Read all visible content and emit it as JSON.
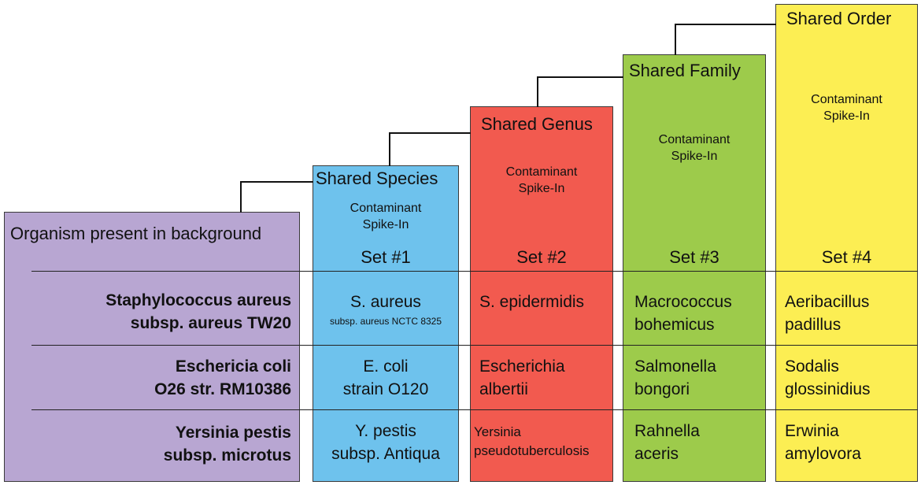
{
  "background_header": "Organism present in background",
  "sets": [
    {
      "category": "Shared Species",
      "spike": [
        "Contaminant",
        "Spike-In"
      ],
      "label": "Set #1",
      "color": "#6ec2ed"
    },
    {
      "category": "Shared Genus",
      "spike": [
        "Contaminant",
        "Spike-In"
      ],
      "label": "Set #2",
      "color": "#f25a4f"
    },
    {
      "category": "Shared Family",
      "spike": [
        "Contaminant",
        "Spike-In"
      ],
      "label": "Set #3",
      "color": "#9dcb4b"
    },
    {
      "category": "Shared Order",
      "spike": [
        "Contaminant",
        "Spike-In"
      ],
      "label": "Set #4",
      "color": "#fcee53"
    }
  ],
  "background_color": "#b8a6d2",
  "rows": [
    {
      "organism": [
        "Staphylococcus aureus",
        "subsp. aureus TW20"
      ],
      "set1": [
        "S. aureus"
      ],
      "set1_small": "subsp. aureus NCTC 8325",
      "set2": [
        "S. epidermidis"
      ],
      "set3": [
        "Macrococcus",
        "bohemicus"
      ],
      "set4": [
        "Aeribacillus",
        "padillus"
      ]
    },
    {
      "organism": [
        "Eschericia coli",
        "O26 str. RM10386"
      ],
      "set1": [
        "E. coli",
        "strain O120"
      ],
      "set2": [
        "Escherichia",
        "albertii"
      ],
      "set3": [
        "Salmonella",
        "bongori"
      ],
      "set4": [
        "Sodalis",
        "glossinidius"
      ]
    },
    {
      "organism": [
        "Yersinia pestis",
        "subsp. microtus"
      ],
      "set1": [
        "Y. pestis",
        "subsp. Antiqua"
      ],
      "set2": [
        "Yersinia",
        "pseudotuberculosis"
      ],
      "set3": [
        "Rahnella",
        "aceris"
      ],
      "set4": [
        "Erwinia",
        "amylovora"
      ]
    }
  ]
}
